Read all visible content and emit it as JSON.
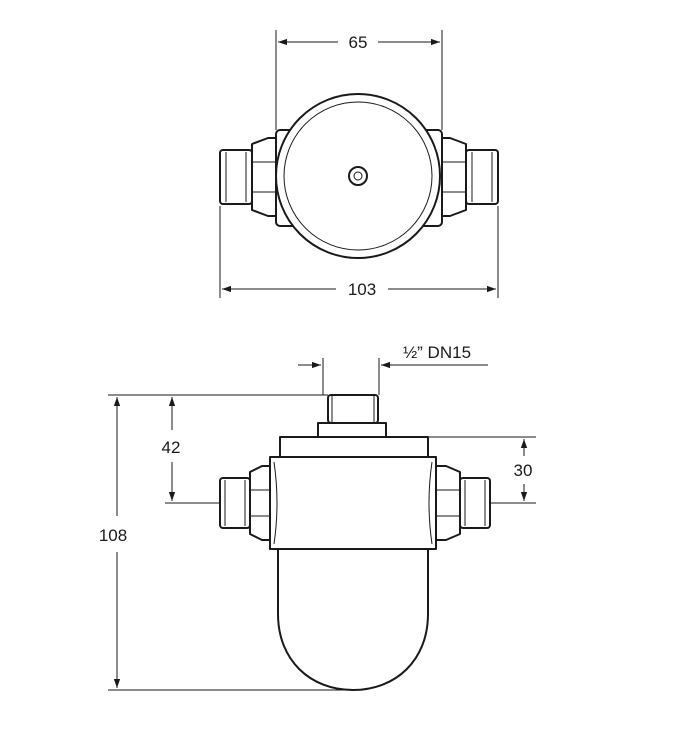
{
  "top_view": {
    "width_label": "65",
    "overall_width_label": "103"
  },
  "side_view": {
    "thread_label": "½” DN15",
    "height_label": "108",
    "upper_label": "42",
    "connection_label": "30"
  },
  "colors": {
    "ink": "#1a1a1a",
    "background": "#ffffff"
  }
}
